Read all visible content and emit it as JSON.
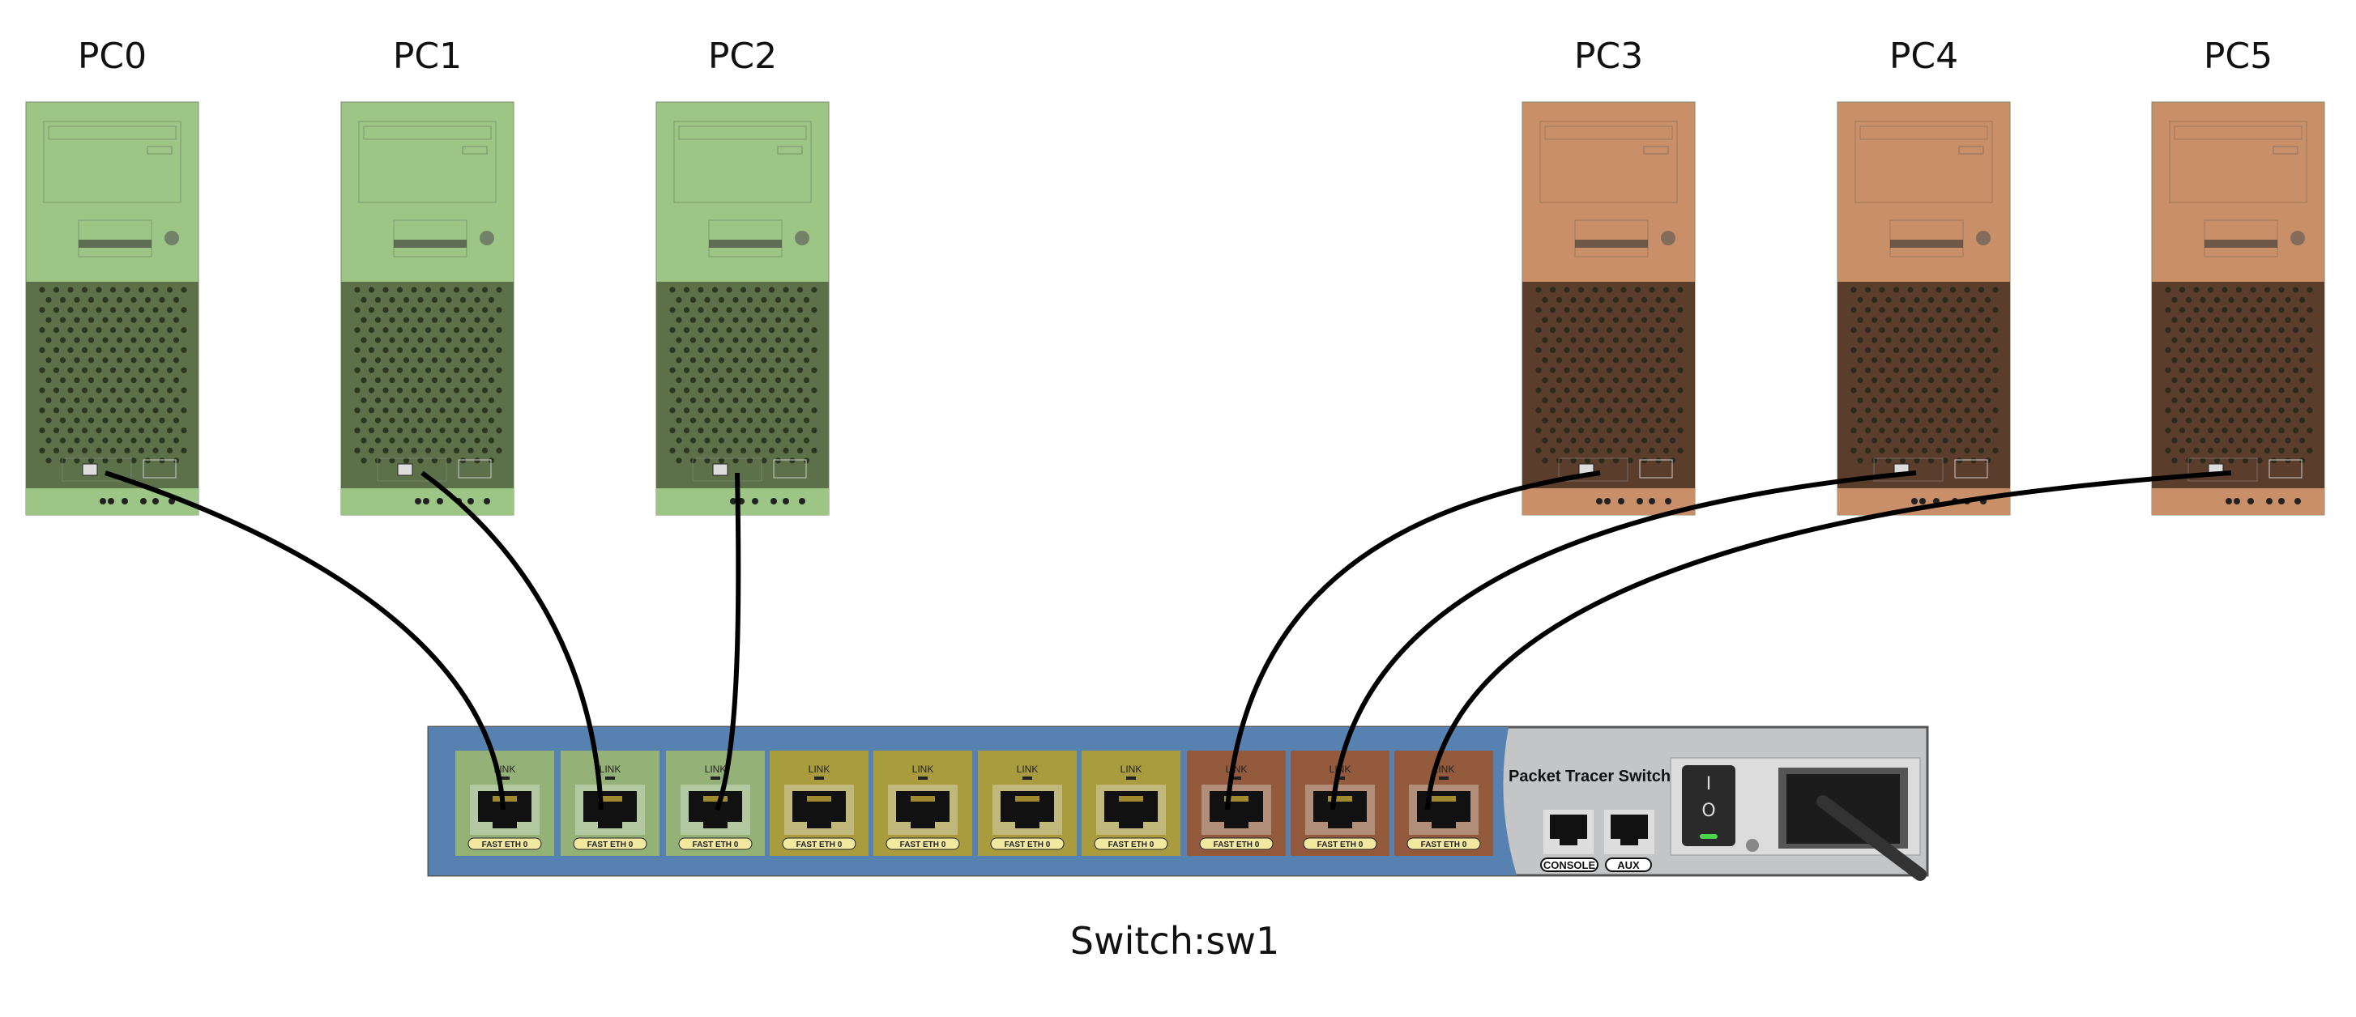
{
  "pcs": [
    {
      "name": "PC0",
      "theme": "green"
    },
    {
      "name": "PC1",
      "theme": "green"
    },
    {
      "name": "PC2",
      "theme": "green"
    },
    {
      "name": "PC3",
      "theme": "brown"
    },
    {
      "name": "PC4",
      "theme": "brown"
    },
    {
      "name": "PC5",
      "theme": "brown"
    }
  ],
  "switch": {
    "label": "Switch:sw1",
    "model_text": "Packet Tracer Switch",
    "ports": [
      {
        "theme": "green",
        "connected_to": "PC0"
      },
      {
        "theme": "green",
        "connected_to": "PC1"
      },
      {
        "theme": "green",
        "connected_to": "PC2"
      },
      {
        "theme": "yellow",
        "connected_to": null
      },
      {
        "theme": "yellow",
        "connected_to": null
      },
      {
        "theme": "yellow",
        "connected_to": null
      },
      {
        "theme": "yellow",
        "connected_to": null
      },
      {
        "theme": "brown",
        "connected_to": "PC3"
      },
      {
        "theme": "brown",
        "connected_to": "PC4"
      },
      {
        "theme": "brown",
        "connected_to": "PC5"
      }
    ],
    "port_link_text": "LINK",
    "port_caption": "FAST ETH 0",
    "console_label": "CONSOLE",
    "aux_label": "AUX",
    "power_on": "I",
    "power_off": "O"
  },
  "colors": {
    "green": {
      "top": "#9dc585",
      "bottom": "#5c7149",
      "port": "#94b277"
    },
    "brown": {
      "top": "#c98f68",
      "bottom": "#5b3d2c",
      "port": "#935a3d"
    },
    "yellow": {
      "port": "#a99c3e"
    },
    "switch_blue": "#5781b0",
    "switch_gray": "#c3c5c7",
    "cable": "#000000"
  }
}
